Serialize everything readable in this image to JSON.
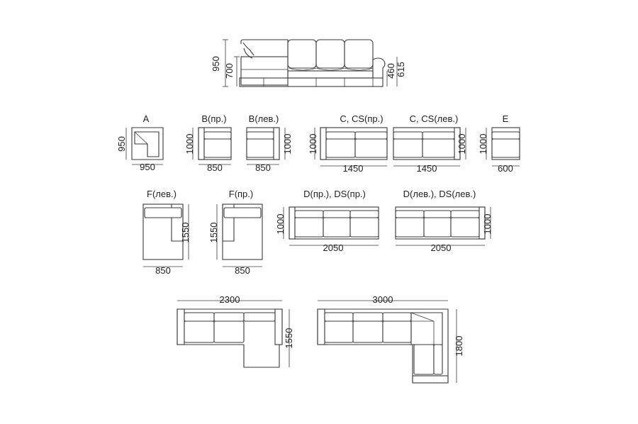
{
  "front_view": {
    "dimensions": [
      "950",
      "700",
      "460",
      "615"
    ]
  },
  "modules": {
    "A": {
      "label": "A",
      "width": "950",
      "depth": "950"
    },
    "B_right": {
      "label": "B(пр.)",
      "width": "850",
      "depth": "1000"
    },
    "B_left": {
      "label": "B(лев.)",
      "width": "850",
      "depth": "1000"
    },
    "C_right": {
      "label": "C, CS(пр.)",
      "width": "1450",
      "depth": "1000"
    },
    "C_left": {
      "label": "C, CS(лев.)",
      "width": "1450",
      "depth": "1000"
    },
    "E": {
      "label": "E",
      "width": "600",
      "depth": "1000"
    },
    "F_left": {
      "label": "F(лев.)",
      "width": "850",
      "depth": "1550"
    },
    "F_right": {
      "label": "F(пр.)",
      "width": "850",
      "depth": "1550"
    },
    "D_right": {
      "label": "D(пр.), DS(пр.)",
      "width": "2050",
      "depth": "1000"
    },
    "D_left": {
      "label": "D(лев.), DS(лев.)",
      "width": "2050",
      "depth": "1000"
    }
  },
  "combinations": {
    "chaise_combo": {
      "width": "2300",
      "depth": "1550"
    },
    "corner_combo": {
      "width": "3000",
      "depth": "1800"
    }
  },
  "colors": {
    "line": "#3a3a3a",
    "background": "#ffffff"
  }
}
